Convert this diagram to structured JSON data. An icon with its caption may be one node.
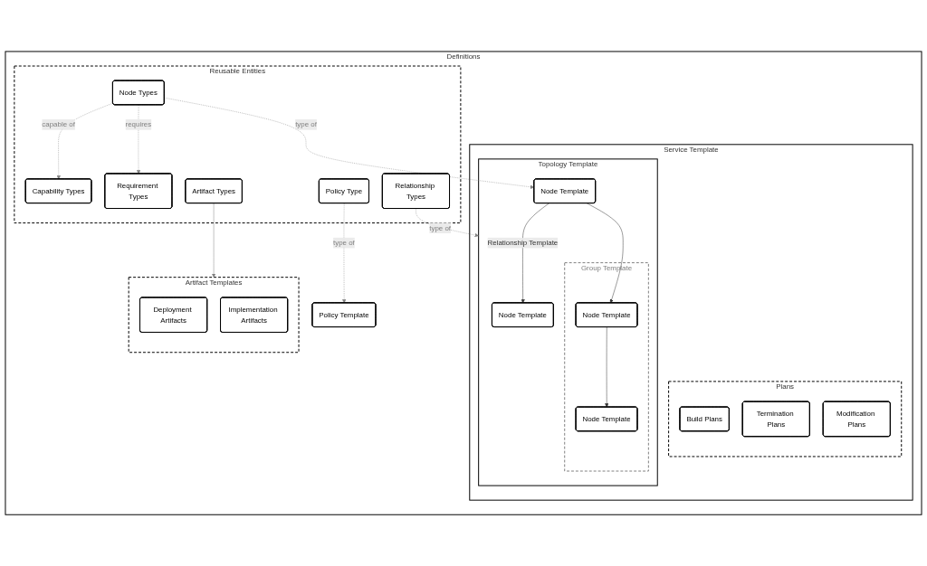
{
  "diagram": {
    "nodes": [
      {
        "text": [
          "Definitions"
        ]
      },
      {
        "text": [
          "Service Template"
        ],
        "in": 0
      },
      {
        "text": [
          "Plans"
        ],
        "in": 1
      },
      {
        "text": [
          "Build Plans"
        ],
        "in": 2
      },
      {
        "text": [
          "Termination Plans"
        ],
        "in": 2
      },
      {
        "text": [
          "Modification Plans"
        ],
        "in": 2
      },
      {
        "text": [
          "Topology Template"
        ],
        "in": 1
      },
      {
        "text": [
          "Node Template"
        ],
        "in": 6
      },
      {
        "text": [
          "Node Template"
        ],
        "in": 6
      },
      {
        "text": [
          "Group Template"
        ],
        "in": 6
      },
      {
        "text": [
          "Node Template"
        ],
        "in": 9
      },
      {
        "text": [
          "Node Template"
        ],
        "in": 9
      },
      {
        "text": [
          "Reusable Entities"
        ],
        "in": 0
      },
      {
        "text": [
          "Node Types"
        ],
        "in": 12
      },
      {
        "text": [
          "Capability Types"
        ],
        "in": 12
      },
      {
        "text": [
          "Relationship Types"
        ],
        "in": 12
      },
      {
        "text": [
          "Requirement Types"
        ],
        "in": 12
      },
      {
        "text": [
          "Artifact Types"
        ],
        "in": 12
      },
      {
        "text": [
          "Policy Type"
        ],
        "in": 12
      },
      {
        "text": [
          "Artifact Templates"
        ],
        "in": 0
      },
      {
        "text": [
          "Deployment Artifacts"
        ],
        "in": 19
      },
      {
        "text": [
          "Implementation Artifacts"
        ],
        "in": 19
      },
      {
        "text": [
          "Policy Template"
        ],
        "in": 0
      }
    ],
    "edges": [
      {
        "from": 7,
        "to": 8,
        "arrow": "to",
        "label": "Relationship Template"
      },
      {
        "from": 7,
        "to": 10,
        "arrow": "to"
      },
      {
        "from": 10,
        "to": 11,
        "arrow": "to"
      },
      {
        "from": 13,
        "to": 7,
        "arrow": "to",
        "label": "type of",
        "style": "dashed",
        "color": "#808080"
      },
      {
        "from": 15,
        "to": 6,
        "arrow": "to",
        "label": "type of",
        "style": "dashed",
        "color": "#808080"
      },
      {
        "from": 13,
        "to": 14,
        "arrow": "to",
        "label": "capable of",
        "style": "dashed",
        "color": "#808080"
      },
      {
        "from": 13,
        "to": 16,
        "arrow": "to",
        "label": "requires",
        "style": "dashed",
        "color": "#808080"
      },
      {
        "from": 17,
        "to": 19,
        "arrow": "to",
        "color": "#808080"
      },
      {
        "from": 18,
        "to": 22,
        "arrow": "to",
        "label": "type of",
        "style": "dashed",
        "color": "#808080"
      }
    ]
  }
}
